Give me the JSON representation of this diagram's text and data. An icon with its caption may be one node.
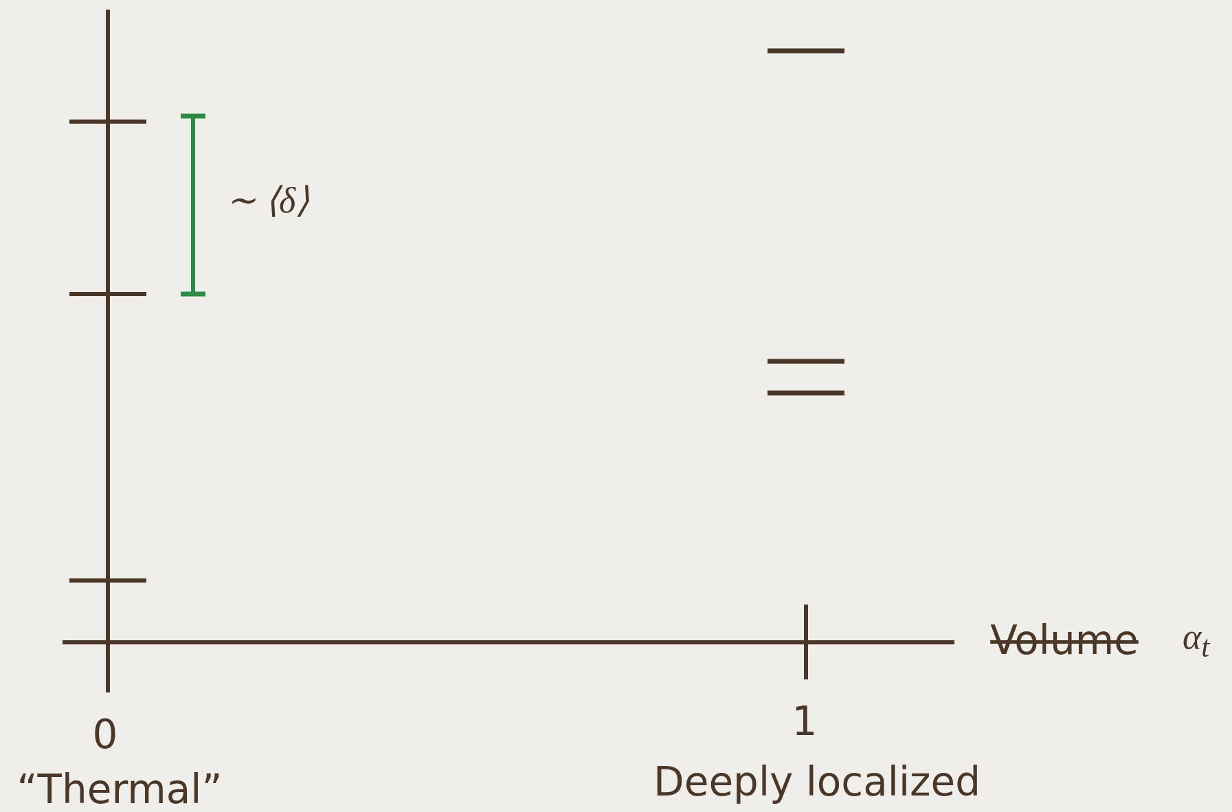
{
  "diagram": {
    "labels": [
      "∼ ⟨δ⟩",
      "Volume",
      "α$_{t}$",
      "0",
      "1",
      "“Thermal”",
      "Deeply localized"
    ]
  }
}
